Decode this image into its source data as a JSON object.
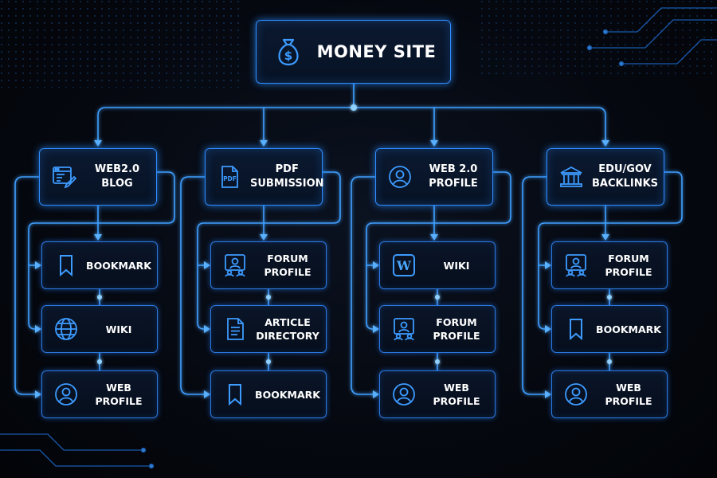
{
  "root": {
    "label": "MONEY SITE",
    "icon": "money-bag-icon"
  },
  "columns": [
    {
      "label": "WEB2.0\nBLOG",
      "icon": "blog-editor-icon",
      "children": [
        {
          "label": "BOOKMARK",
          "icon": "bookmark-icon"
        },
        {
          "label": "WIKI",
          "icon": "globe-icon"
        },
        {
          "label": "WEB PROFILE",
          "icon": "user-circle-icon"
        }
      ]
    },
    {
      "label": "PDF\nSUBMISSION",
      "icon": "pdf-file-icon",
      "children": [
        {
          "label": "FORUM\nPROFILE",
          "icon": "forum-profile-icon"
        },
        {
          "label": "ARTICLE\nDIRECTORY",
          "icon": "document-icon"
        },
        {
          "label": "BOOKMARK",
          "icon": "bookmark-icon"
        }
      ]
    },
    {
      "label": "WEB 2.0\nPROFILE",
      "icon": "user-circle-icon",
      "children": [
        {
          "label": "WIKI",
          "icon": "wiki-w-icon"
        },
        {
          "label": "FORUM\nPROFILE",
          "icon": "forum-profile-icon"
        },
        {
          "label": "WEB PROFILE",
          "icon": "user-circle-icon"
        }
      ]
    },
    {
      "label": "EDU/GOV\nBACKLINKS",
      "icon": "institution-icon",
      "children": [
        {
          "label": "FORUM\nPROFILE",
          "icon": "forum-profile-icon"
        },
        {
          "label": "BOOKMARK",
          "icon": "bookmark-icon"
        },
        {
          "label": "WEB PROFILE",
          "icon": "user-circle-icon"
        }
      ]
    }
  ],
  "colors": {
    "accent": "#2f8cff",
    "glow": "#46a8ff",
    "background": "#05080f"
  },
  "pdf_icon_text": "PDF",
  "wiki_icon_text": "W",
  "money_icon_text": "$"
}
